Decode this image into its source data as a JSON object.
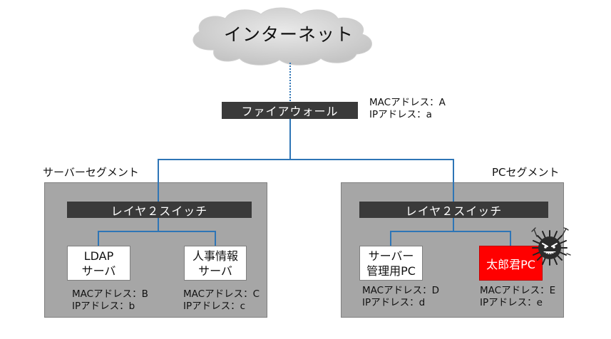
{
  "internet": {
    "label": "インターネット"
  },
  "firewall": {
    "label": "ファイアウォール",
    "mac": "MACアドレス：A",
    "ip": "IPアドレス：a"
  },
  "server_segment": {
    "title": "サーバーセグメント",
    "switch_label": "レイヤ２スイッチ",
    "ldap": {
      "line1": "LDAP",
      "line2": "サーバ",
      "mac": "MACアドレス：B",
      "ip": "IPアドレス：b"
    },
    "hr": {
      "line1": "人事情報",
      "line2": "サーバ",
      "mac": "MACアドレス：C",
      "ip": "IPアドレス：c"
    }
  },
  "pc_segment": {
    "title": "PCセグメント",
    "switch_label": "レイヤ２スイッチ",
    "admin_pc": {
      "line1": "サーバー",
      "line2": "管理用PC",
      "mac": "MACアドレス：D",
      "ip": "IPアドレス：d"
    },
    "taro_pc": {
      "label": "太郎君PC",
      "mac": "MACアドレス：E",
      "ip": "IPアドレス：e"
    }
  },
  "colors": {
    "link": "#2e75b6",
    "segment_fill": "#a6a6a6",
    "switch_fill": "#3a3a3a",
    "compromised_pc": "#ff0000"
  },
  "icons": {
    "cloud": "cloud-icon",
    "malware": "malware-virus-icon"
  }
}
